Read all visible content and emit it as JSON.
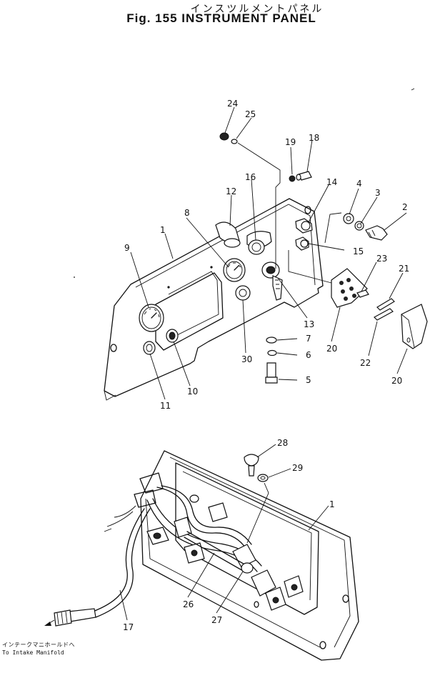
{
  "title": {
    "japanese": "インスツルメントパネル",
    "english": "Fig. 155 INSTRUMENT PANEL"
  },
  "callouts": {
    "c1": "1",
    "c2": "2",
    "c3": "3",
    "c4": "4",
    "c5": "5",
    "c6": "6",
    "c7": "7",
    "c8": "8",
    "c9": "9",
    "c10": "10",
    "c11": "11",
    "c12": "12",
    "c13": "13",
    "c14": "14",
    "c15": "15",
    "c16": "16",
    "c17": "17",
    "c18": "18",
    "c19": "19",
    "c20a": "20",
    "c20b": "20",
    "c21": "21",
    "c22": "22",
    "c23": "23",
    "c24": "24",
    "c25": "25",
    "c26": "26",
    "c27": "27",
    "c28": "28",
    "c29": "29",
    "c30": "30",
    "c1b": "1"
  },
  "note": {
    "japanese": "インテークマニホールドへ",
    "english": "To Intake Manifold"
  }
}
